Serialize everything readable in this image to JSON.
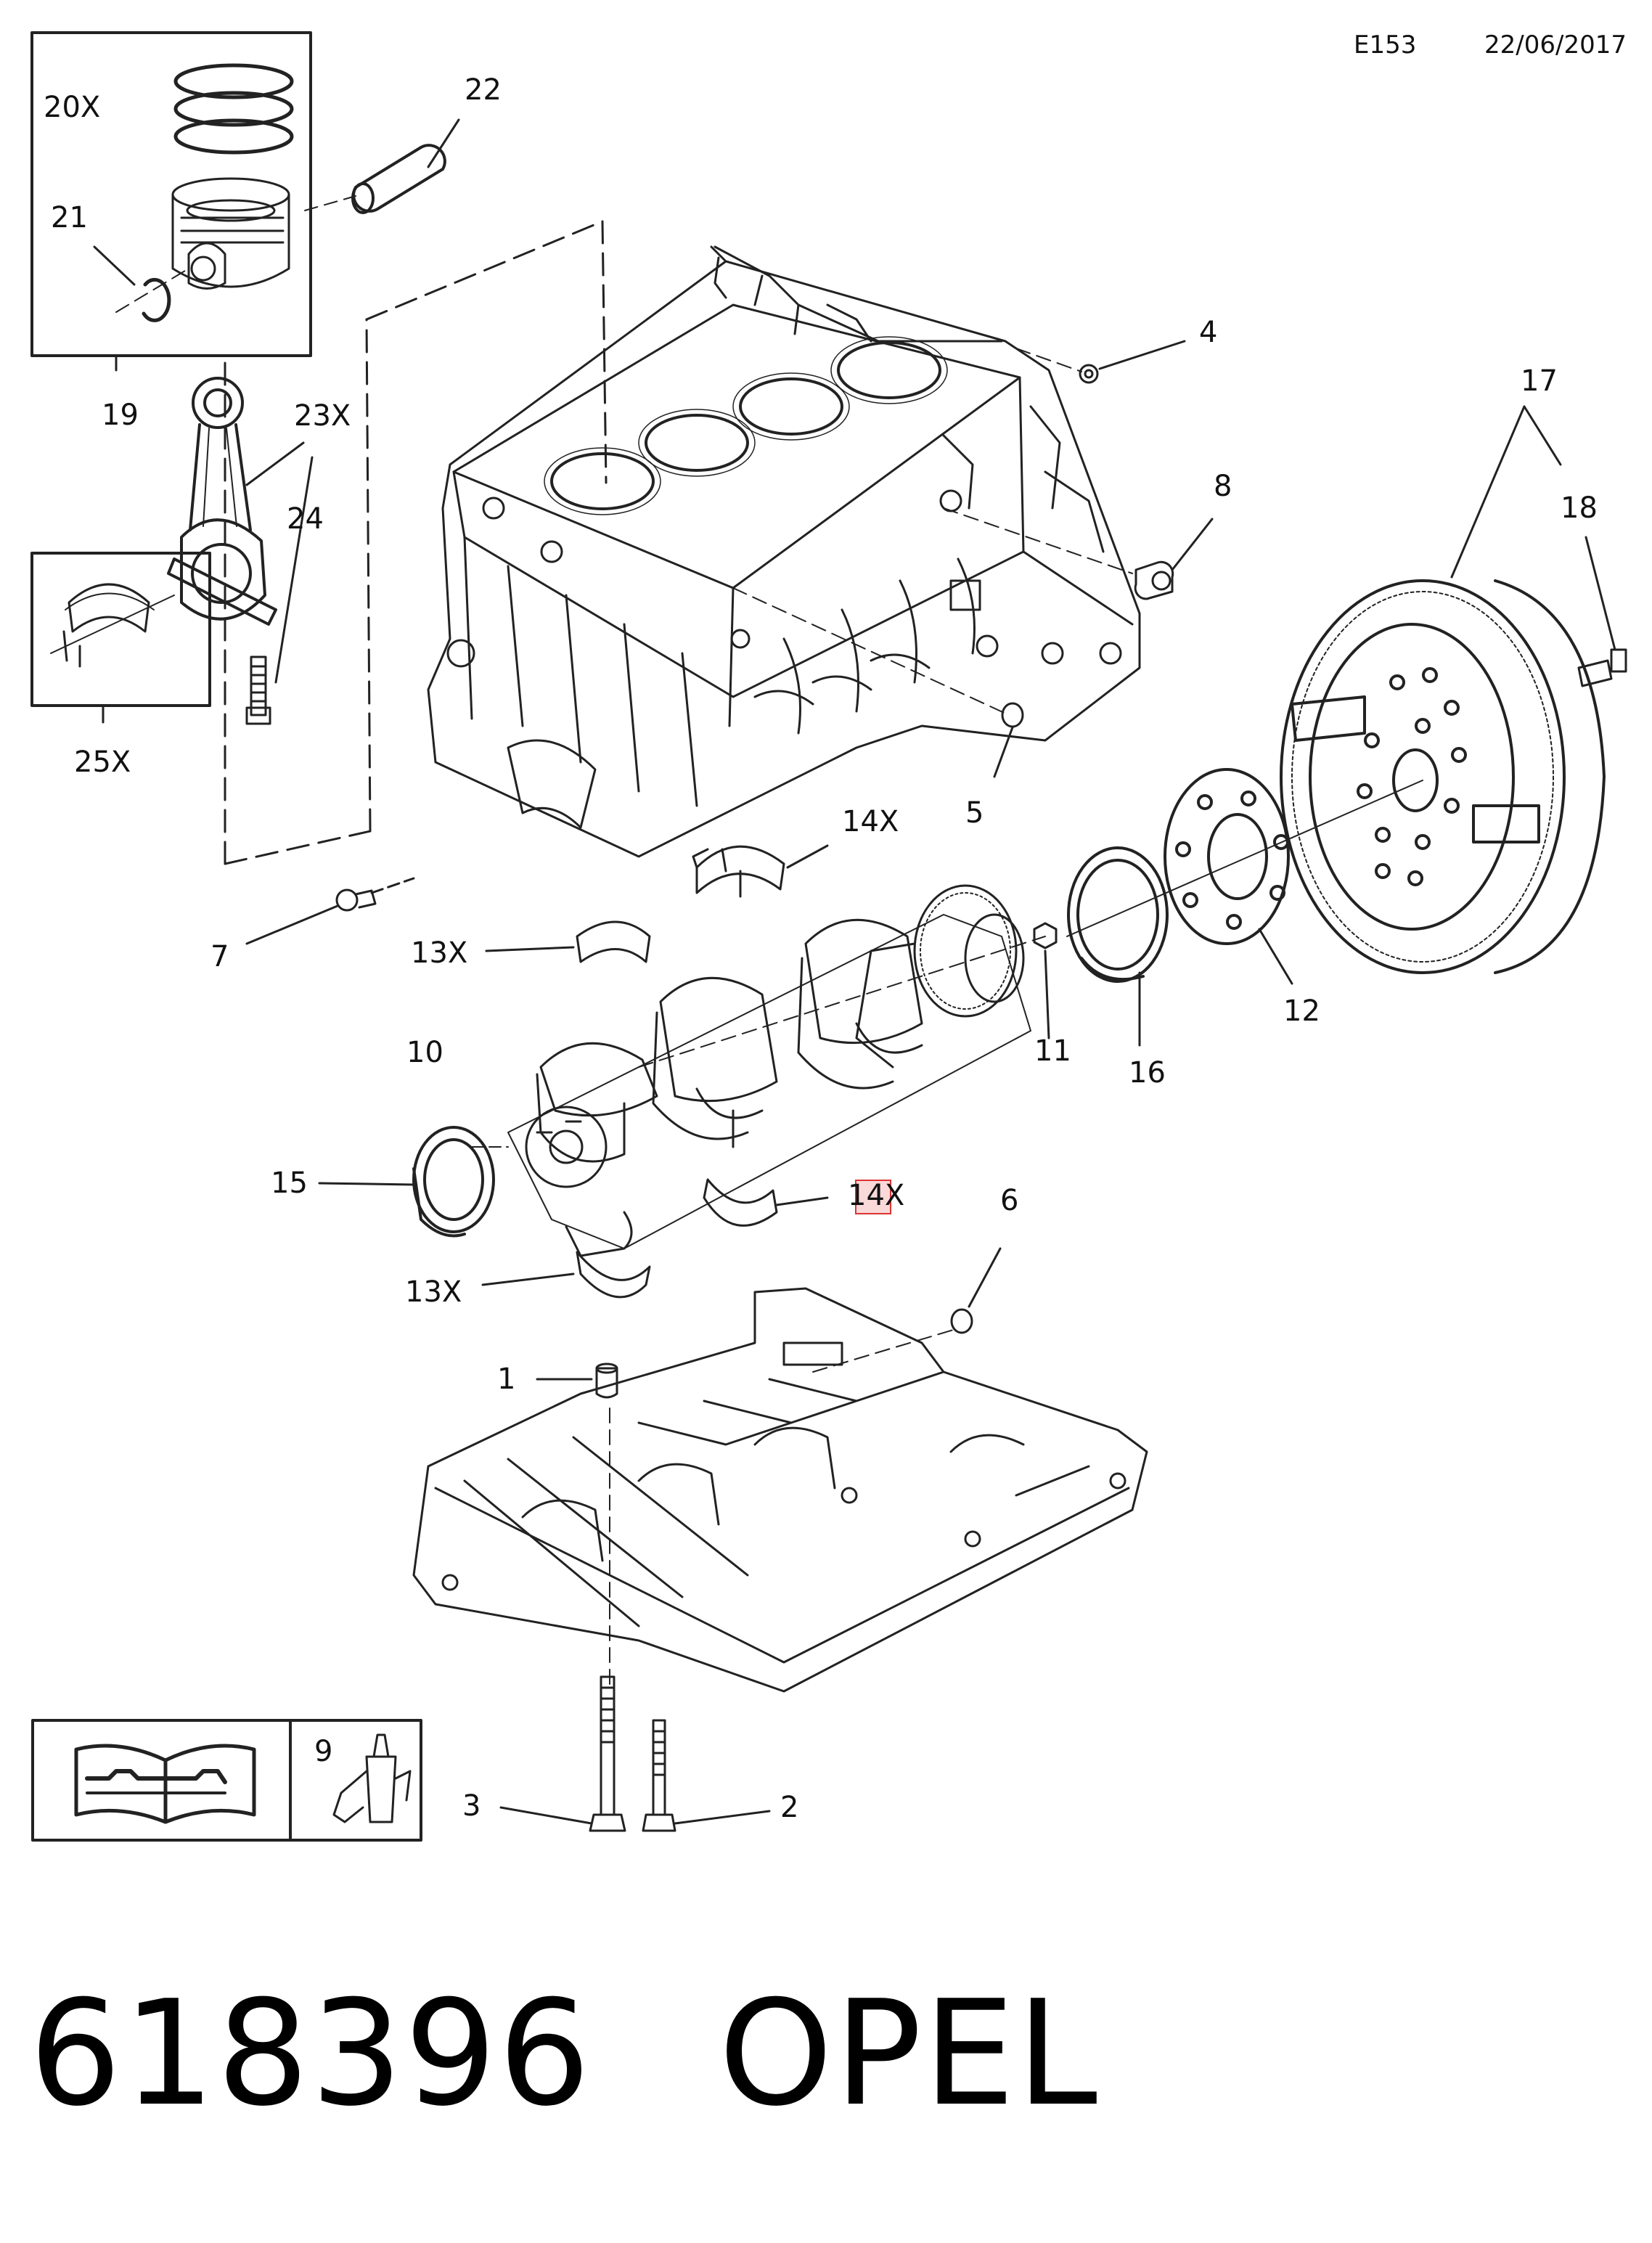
{
  "header": {
    "code": "E153",
    "date": "22/06/2017"
  },
  "callouts": {
    "c1": "1",
    "c2": "2",
    "c3": "3",
    "c4": "4",
    "c5": "5",
    "c6": "6",
    "c7": "7",
    "c8": "8",
    "c9": "9",
    "c10": "10",
    "c11": "11",
    "c12": "12",
    "c13a": "13X",
    "c13b": "13X",
    "c14a": "14X",
    "c14b": "14X",
    "c15": "15",
    "c16": "16",
    "c17": "17",
    "c18": "18",
    "c19": "19",
    "c20": "20X",
    "c21": "21",
    "c22": "22",
    "c23": "23X",
    "c24": "24",
    "c25": "25X"
  },
  "footer": {
    "part_number": "618396",
    "brand": "OPEL"
  },
  "icons": [
    "manual-wrench-icon",
    "adhesive-tube-icon"
  ]
}
